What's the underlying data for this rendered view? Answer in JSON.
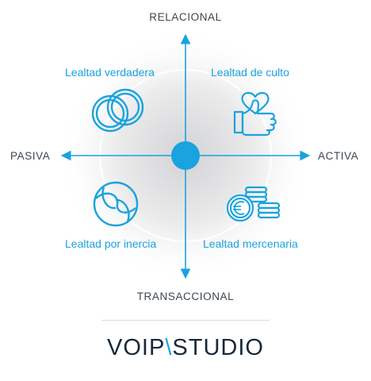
{
  "axes": {
    "top": "RELACIONAL",
    "bottom": "TRANSACCIONAL",
    "left": "PASIVA",
    "right": "ACTIVA"
  },
  "quadrants": {
    "top_left": {
      "label": "Lealtad verdadera",
      "icon": "interlocking-rings-icon"
    },
    "top_right": {
      "label": "Lealtad de culto",
      "icon": "thumbs-up-heart-icon"
    },
    "bottom_left": {
      "label": "Lealtad por inercia",
      "icon": "swirl-ball-icon"
    },
    "bottom_right": {
      "label": "Lealtad mercenaria",
      "icon": "euro-coins-icon"
    }
  },
  "logo": {
    "left": "VOIP",
    "separator": "\\",
    "right": "STUDIO"
  },
  "colors": {
    "accent": "#1aa3de",
    "text": "#3c4650",
    "logo": "#16283a"
  }
}
